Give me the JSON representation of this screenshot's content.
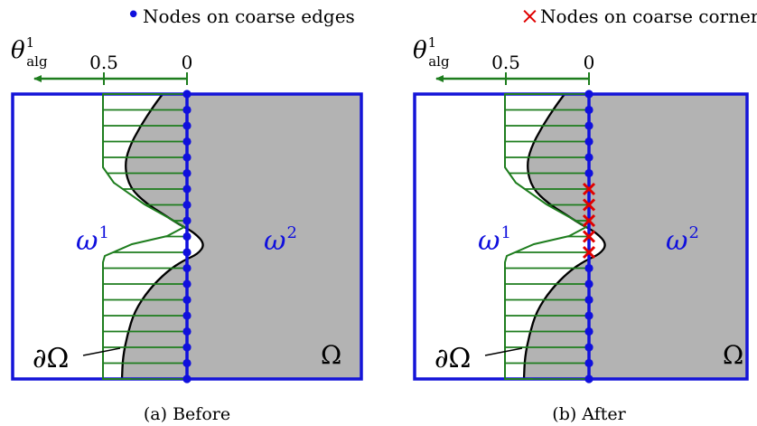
{
  "legend": {
    "edges": {
      "symbol": "•",
      "label": "Nodes on coarse edges",
      "color": "#1010dd"
    },
    "corners": {
      "symbol": "×",
      "label": "Nodes on coarse corners",
      "color": "#e00000"
    }
  },
  "colors": {
    "domain_border": "#1414d8",
    "fill": "#b3b3b3",
    "green": "#1e7d1e",
    "interface": "#1010dd",
    "corner": "#e00000"
  },
  "panels": [
    {
      "caption": "(a) Before",
      "theta_symbol": "θ",
      "theta_sup": "1",
      "theta_sub": "alg",
      "tick_labels": [
        "0.5",
        "0"
      ],
      "omega1_symbol": "ω",
      "omega1_sup": "1",
      "omega2_symbol": "ω",
      "omega2_sup": "2",
      "boundary_label": "∂Ω",
      "domain_label": "Ω",
      "edge_node_count": 19,
      "corner_node_count": 0
    },
    {
      "caption": "(b) After",
      "theta_symbol": "θ",
      "theta_sup": "1",
      "theta_sub": "alg",
      "tick_labels": [
        "0.5",
        "0"
      ],
      "omega1_symbol": "ω",
      "omega1_sup": "1",
      "omega2_symbol": "ω",
      "omega2_sup": "2",
      "boundary_label": "∂Ω",
      "domain_label": "Ω",
      "edge_node_count": 14,
      "corner_node_count": 5
    }
  ]
}
